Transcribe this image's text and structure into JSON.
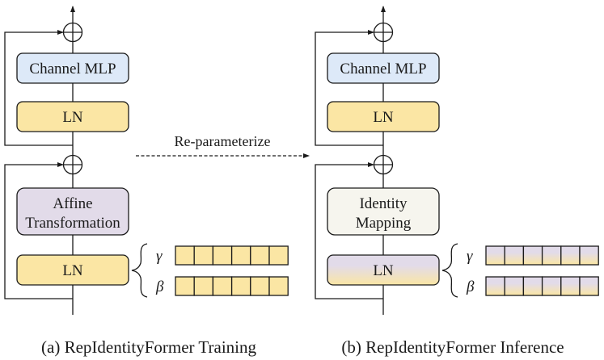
{
  "colors": {
    "mlp_fill": "#dde9f8",
    "ln_fill": "#fbe6a4",
    "affine_fill": "#e2dbe9",
    "identity_fill": "#f6f5ee",
    "stroke": "#1a1a1a"
  },
  "panel_a": {
    "caption": "(a) RepIdentityFormer Training",
    "blocks": {
      "channel_mlp": "Channel MLP",
      "ln_top": "LN",
      "token_mixer_line1": "Affine",
      "token_mixer_line2": "Transformation",
      "ln_bottom": "LN"
    },
    "params": {
      "gamma": "γ",
      "beta": "β",
      "cells": 6
    }
  },
  "panel_b": {
    "caption": "(b) RepIdentityFormer Inference",
    "blocks": {
      "channel_mlp": "Channel MLP",
      "ln_top": "LN",
      "token_mixer_line1": "Identity",
      "token_mixer_line2": "Mapping",
      "ln_bottom": "LN"
    },
    "params": {
      "gamma": "γ",
      "beta": "β",
      "cells": 6
    }
  },
  "transition": {
    "label": "Re-parameterize"
  }
}
